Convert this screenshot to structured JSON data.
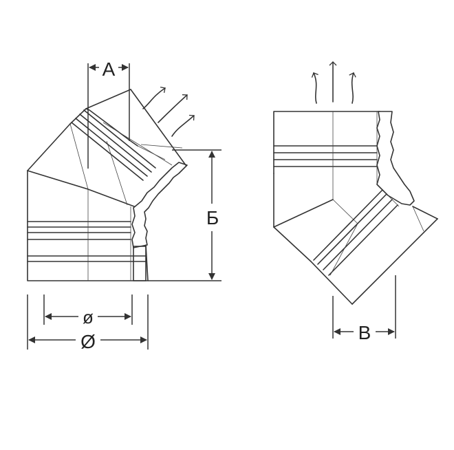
{
  "labels": {
    "a": "А",
    "b": "Б",
    "v": "В",
    "inner_diameter": "ø",
    "outer_diameter": "Ø"
  },
  "colors": {
    "insulation": "#b2cf3a",
    "line": "#333333",
    "background": "#ffffff"
  },
  "icons": [
    "draught-arrow-icon",
    "draught-arrow-icon",
    "draught-arrow-icon"
  ]
}
